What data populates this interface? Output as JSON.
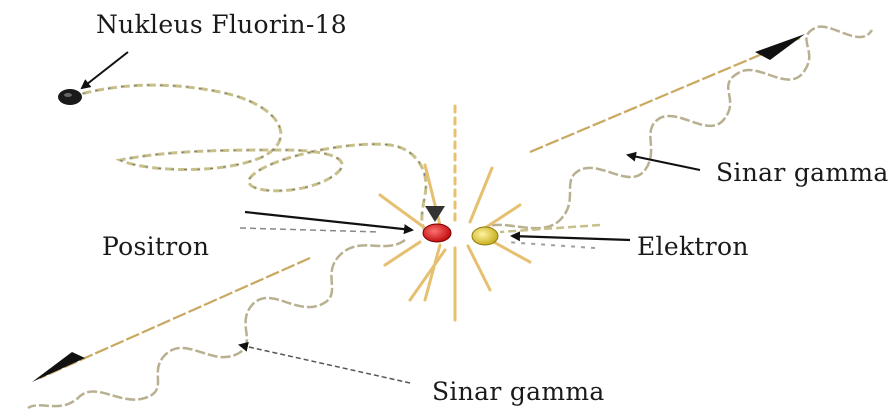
{
  "diagram": {
    "labels": {
      "nucleus": "Nukleus Fluorin-18",
      "positron": "Positron",
      "electron": "Elektron",
      "gamma_top": "Sinar gamma",
      "gamma_bottom": "Sinar gamma"
    },
    "colors": {
      "background": "#ffffff",
      "positron_core": "#e02020",
      "electron_core": "#e6d23a",
      "nucleus_dot": "#1a1a1a",
      "path_yellow": "#e8d27a",
      "path_gray": "#8a8a8a",
      "burst": "#e8c060",
      "arrow": "#111111"
    }
  }
}
